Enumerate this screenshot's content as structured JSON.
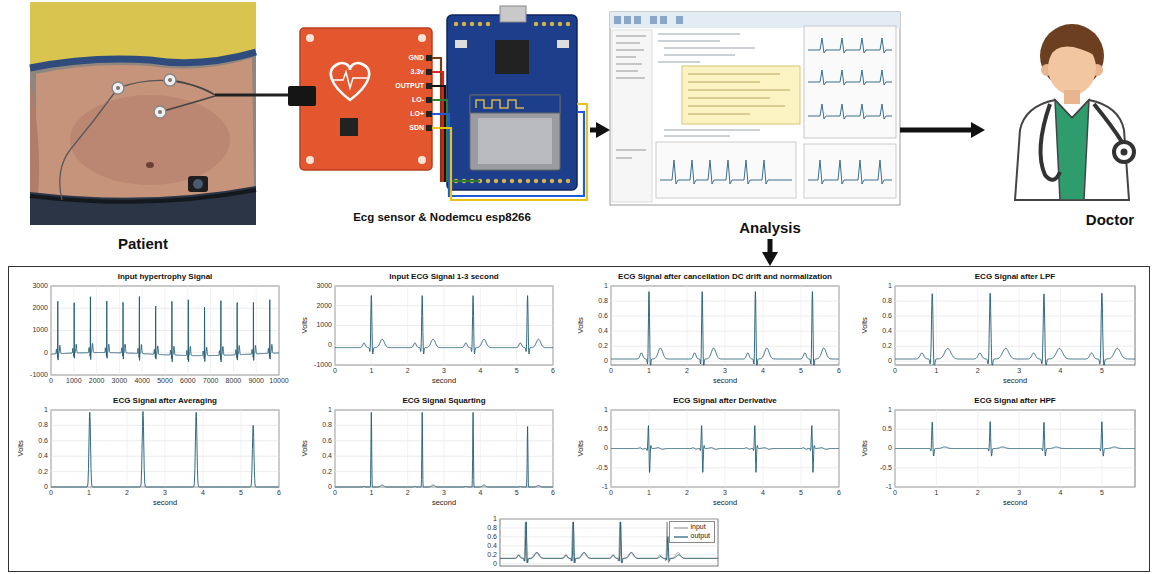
{
  "diagram": {
    "nodes": [
      {
        "text": [
          "Patient"
        ]
      },
      {
        "text": [
          "Ecg sensor & Nodemcu esp8266"
        ]
      },
      {
        "text": [
          "Analysis"
        ]
      },
      {
        "text": [
          "Doctor"
        ]
      },
      {
        "text": []
      },
      {
        "text": [
          "Input hypertrophy Signal"
        ],
        "in": 4
      },
      {
        "text": [
          "Input ECG Signal 1-3 second"
        ],
        "in": 4
      },
      {
        "text": [
          "ECG Signal after cancellation DC drift and normalization"
        ],
        "in": 4
      },
      {
        "text": [
          "ECG Signal after LPF"
        ],
        "in": 4
      },
      {
        "text": [
          "ECG Signal after Averaging"
        ],
        "in": 4
      },
      {
        "text": [
          "ECG Signal Squarting"
        ],
        "in": 4
      },
      {
        "text": [
          "ECG Signal after Derivative"
        ],
        "in": 4
      },
      {
        "text": [
          "ECG Signal after HPF"
        ],
        "in": 4
      },
      {
        "text": [],
        "in": 4
      }
    ],
    "edges": [
      {
        "from": 0,
        "to": 1,
        "arrow": "none"
      },
      {
        "from": 1,
        "to": 2,
        "arrow": "to"
      },
      {
        "from": 2,
        "to": 3,
        "arrow": "to"
      },
      {
        "from": 2,
        "to": 4,
        "arrow": "to"
      }
    ],
    "labels": [
      "GND",
      "3.3v",
      "OUTPUT",
      "LO-",
      "LO+",
      "SDN",
      "3000",
      "2000",
      "1000",
      "0",
      "-1000",
      "0",
      "1000",
      "2000",
      "3000",
      "4000",
      "5000",
      "6000",
      "7000",
      "8000",
      "9000",
      "10000",
      "3000",
      "2000",
      "1000",
      "0",
      "-1000",
      "0",
      "1",
      "2",
      "3",
      "4",
      "5",
      "6",
      "Volts",
      "second",
      "1",
      "0.8",
      "0.6",
      "0.4",
      "0.2",
      "0",
      "0",
      "1",
      "2",
      "3",
      "4",
      "5",
      "6",
      "Volts",
      "second",
      "1",
      "0.8",
      "0.6",
      "0.4",
      "0.2",
      "0",
      "0",
      "1",
      "2",
      "3",
      "4",
      "5",
      "Volts",
      "second",
      "1",
      "0.8",
      "0.6",
      "0.4",
      "0.2",
      "0",
      "0",
      "1",
      "2",
      "3",
      "4",
      "5",
      "6",
      "Volts",
      "second",
      "1",
      "0.8",
      "0.6",
      "0.4",
      "0.2",
      "0",
      "0",
      "1",
      "2",
      "3",
      "4",
      "5",
      "6",
      "Volts",
      "second",
      "1",
      "0.5",
      "0",
      "-0.5",
      "-1",
      "0",
      "1",
      "2",
      "3",
      "4",
      "5",
      "6",
      "Volts",
      "second",
      "1",
      "0.5",
      "0",
      "-0.5",
      "-1",
      "0",
      "1",
      "2",
      "3",
      "4",
      "5",
      "Volts",
      "second",
      "1",
      "0.8",
      "0.6",
      "0.4",
      "0.2",
      "0"
    ],
    "legend": [
      {
        "text": "input"
      },
      {
        "text": "output"
      }
    ]
  }
}
